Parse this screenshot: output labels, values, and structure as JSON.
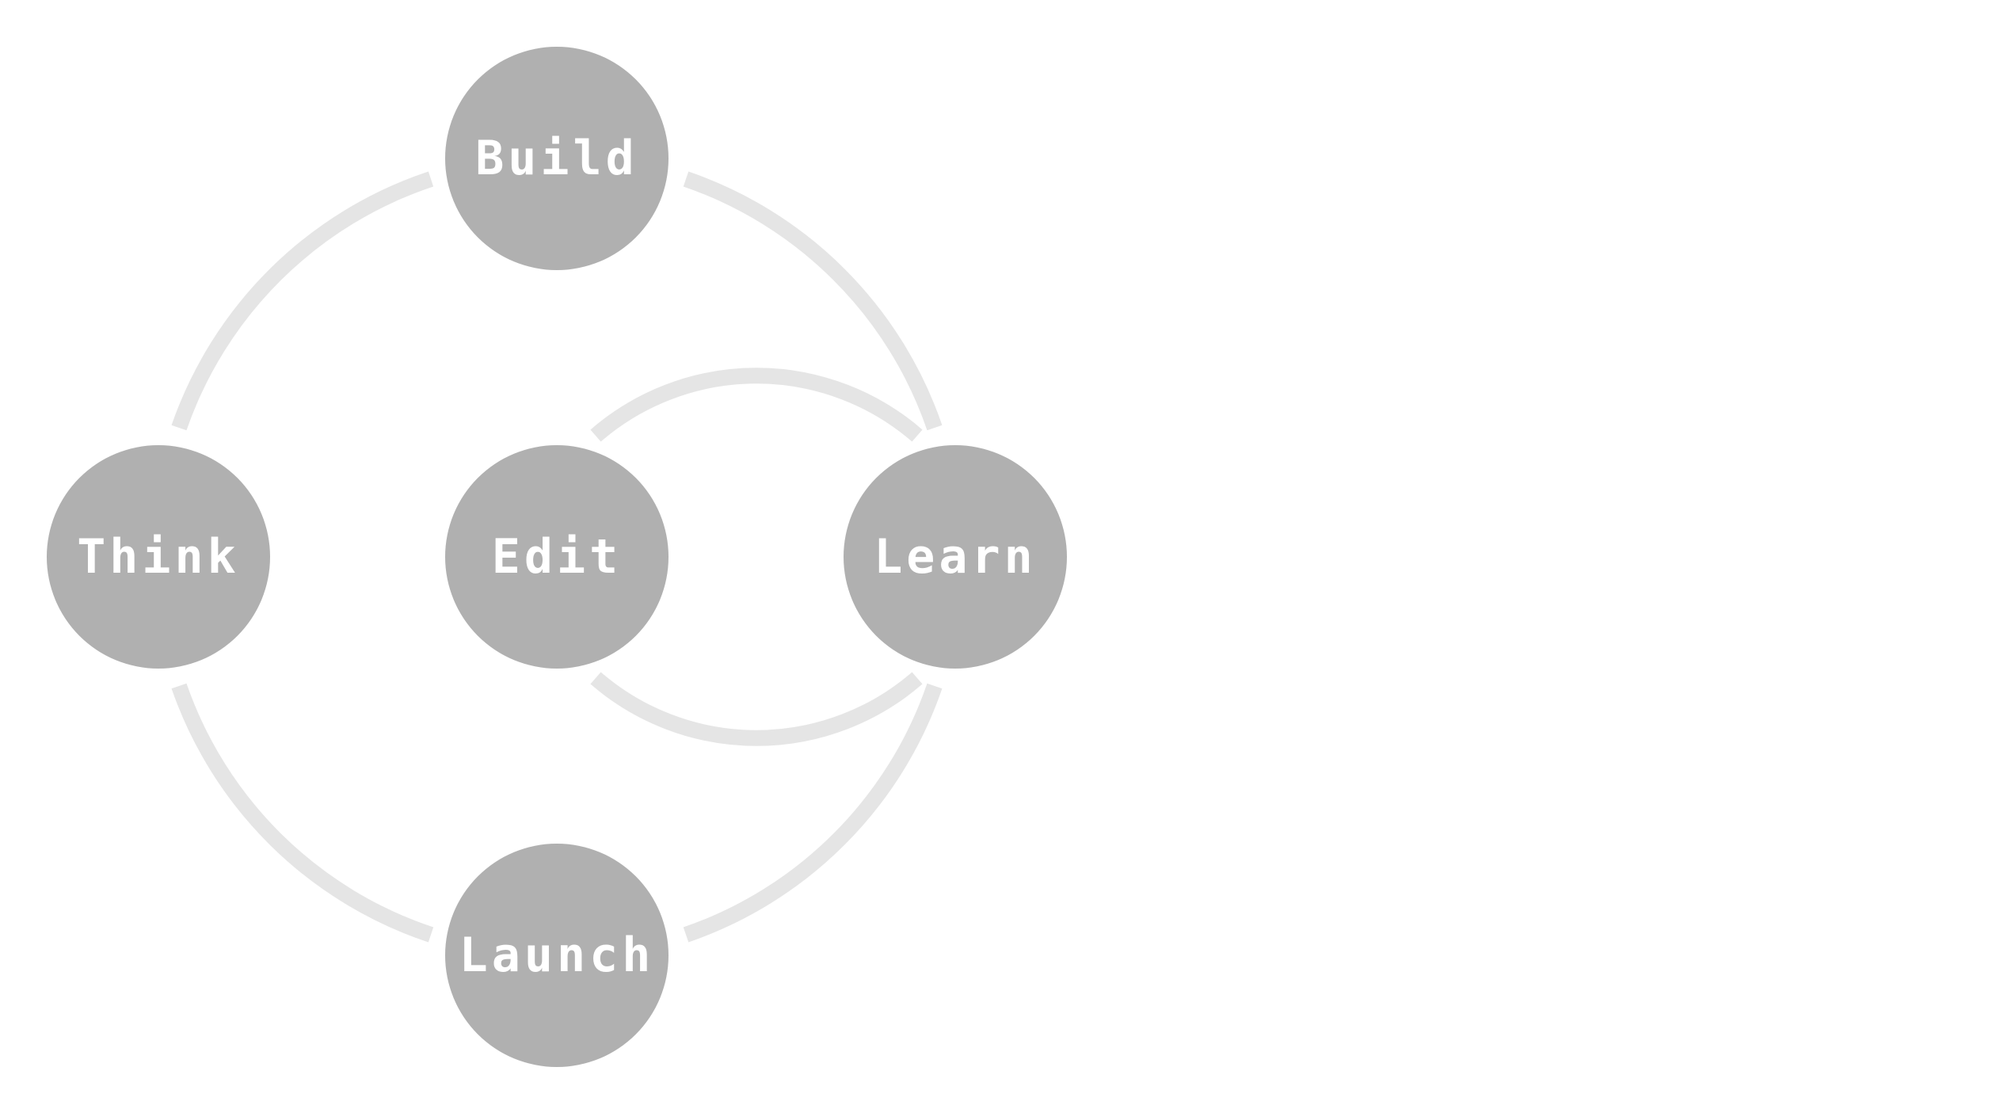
{
  "diagram": {
    "nodes": {
      "build": {
        "label": "Build"
      },
      "think": {
        "label": "Think"
      },
      "edit": {
        "label": "Edit"
      },
      "learn": {
        "label": "Learn"
      },
      "launch": {
        "label": "Launch"
      }
    },
    "colors": {
      "node_fill": "#b0b0b0",
      "connector": "#e5e5e5",
      "label": "#ffffff",
      "background": "#ffffff"
    }
  }
}
